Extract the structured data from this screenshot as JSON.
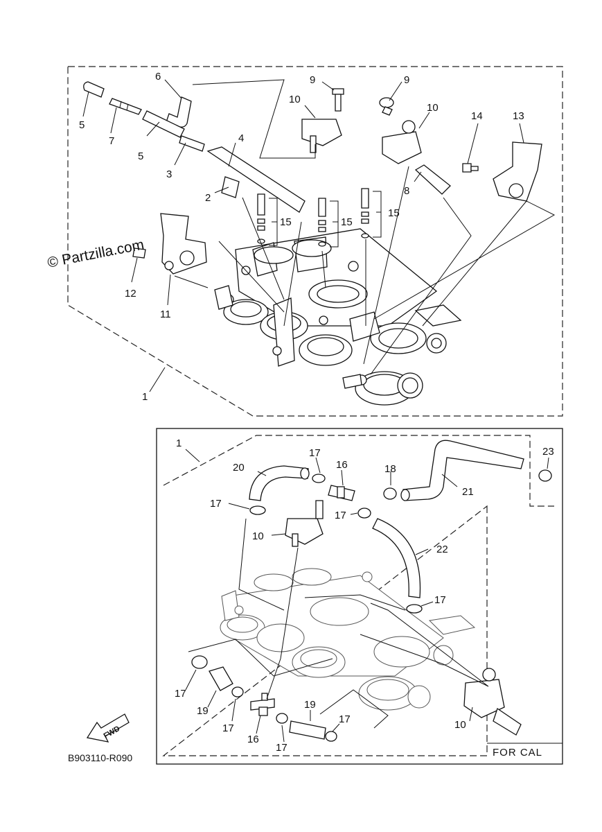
{
  "watermark": "© Partzilla.com",
  "diagram_code": "B903110-R090",
  "fwd_label": "FWD",
  "for_cal_label": "FOR CAL",
  "callouts_top": [
    {
      "id": "t1",
      "label": "1"
    },
    {
      "id": "t2",
      "label": "2"
    },
    {
      "id": "t3",
      "label": "3"
    },
    {
      "id": "t4",
      "label": "4"
    },
    {
      "id": "t5a",
      "label": "5"
    },
    {
      "id": "t5b",
      "label": "5"
    },
    {
      "id": "t6",
      "label": "6"
    },
    {
      "id": "t7",
      "label": "7"
    },
    {
      "id": "t8",
      "label": "8"
    },
    {
      "id": "t9a",
      "label": "9"
    },
    {
      "id": "t9b",
      "label": "9"
    },
    {
      "id": "t10a",
      "label": "10"
    },
    {
      "id": "t10b",
      "label": "10"
    },
    {
      "id": "t11",
      "label": "11"
    },
    {
      "id": "t12",
      "label": "12"
    },
    {
      "id": "t13",
      "label": "13"
    },
    {
      "id": "t14",
      "label": "14"
    },
    {
      "id": "t15a",
      "label": "15"
    },
    {
      "id": "t15b",
      "label": "15"
    },
    {
      "id": "t15c",
      "label": "15"
    }
  ],
  "callouts_bottom": [
    {
      "id": "b1",
      "label": "1"
    },
    {
      "id": "b10a",
      "label": "10"
    },
    {
      "id": "b10b",
      "label": "10"
    },
    {
      "id": "b16a",
      "label": "16"
    },
    {
      "id": "b16b",
      "label": "16"
    },
    {
      "id": "b17a",
      "label": "17"
    },
    {
      "id": "b17b",
      "label": "17"
    },
    {
      "id": "b17c",
      "label": "17"
    },
    {
      "id": "b17d",
      "label": "17"
    },
    {
      "id": "b17e",
      "label": "17"
    },
    {
      "id": "b17f",
      "label": "17"
    },
    {
      "id": "b17g",
      "label": "17"
    },
    {
      "id": "b17h",
      "label": "17"
    },
    {
      "id": "b18",
      "label": "18"
    },
    {
      "id": "b19a",
      "label": "19"
    },
    {
      "id": "b19b",
      "label": "19"
    },
    {
      "id": "b20",
      "label": "20"
    },
    {
      "id": "b21",
      "label": "21"
    },
    {
      "id": "b22",
      "label": "22"
    },
    {
      "id": "b23",
      "label": "23"
    }
  ]
}
